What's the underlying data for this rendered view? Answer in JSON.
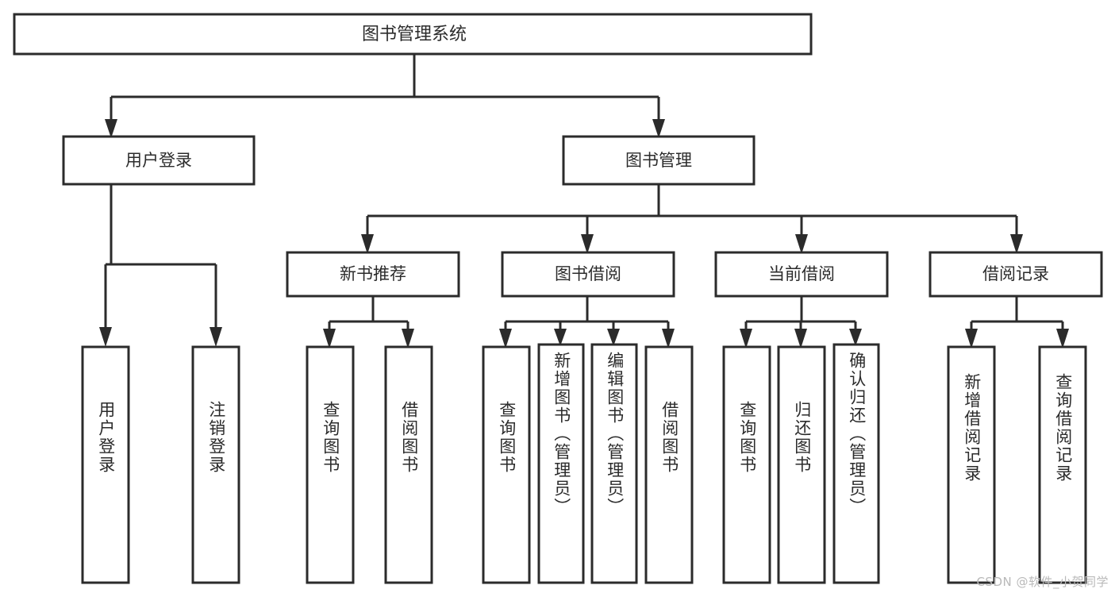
{
  "diagram": {
    "title": "图书管理系统",
    "type": "tree",
    "orientation": "top-down",
    "colors": {
      "box_fill": "#ffffff",
      "box_stroke": "#2b2b2b",
      "text": "#2b2b2b",
      "background": "#ffffff",
      "watermark": "#b9b9b9"
    },
    "root": {
      "id": "root",
      "label": "图书管理系统",
      "orient": "horizontal"
    },
    "level2": [
      {
        "id": "user-login",
        "label": "用户登录",
        "orient": "horizontal"
      },
      {
        "id": "book-manage",
        "label": "图书管理",
        "orient": "horizontal"
      }
    ],
    "level3": [
      {
        "id": "new-book-recommend",
        "label": "新书推荐",
        "orient": "horizontal",
        "parent": "book-manage"
      },
      {
        "id": "book-borrow",
        "label": "图书借阅",
        "orient": "horizontal",
        "parent": "book-manage"
      },
      {
        "id": "current-borrow",
        "label": "当前借阅",
        "orient": "horizontal",
        "parent": "book-manage"
      },
      {
        "id": "borrow-record",
        "label": "借阅记录",
        "orient": "horizontal",
        "parent": "book-manage"
      }
    ],
    "leaves": [
      {
        "id": "leaf-user-login",
        "label": "用户登录",
        "parent": "user-login",
        "orient": "vertical"
      },
      {
        "id": "leaf-user-logout",
        "label": "注销登录",
        "parent": "user-login",
        "orient": "vertical"
      },
      {
        "id": "leaf-query-book-1",
        "label": "查询图书",
        "parent": "new-book-recommend",
        "orient": "vertical"
      },
      {
        "id": "leaf-borrow-book-1",
        "label": "借阅图书",
        "parent": "new-book-recommend",
        "orient": "vertical"
      },
      {
        "id": "leaf-query-book-2",
        "label": "查询图书",
        "parent": "book-borrow",
        "orient": "vertical"
      },
      {
        "id": "leaf-add-book",
        "label": "新增图书（管理员）",
        "parent": "book-borrow",
        "orient": "vertical"
      },
      {
        "id": "leaf-edit-book",
        "label": "编辑图书（管理员）",
        "parent": "book-borrow",
        "orient": "vertical"
      },
      {
        "id": "leaf-borrow-book-2",
        "label": "借阅图书",
        "parent": "book-borrow",
        "orient": "vertical"
      },
      {
        "id": "leaf-query-book-3",
        "label": "查询图书",
        "parent": "current-borrow",
        "orient": "vertical"
      },
      {
        "id": "leaf-return-book",
        "label": "归还图书",
        "parent": "current-borrow",
        "orient": "vertical"
      },
      {
        "id": "leaf-confirm-return",
        "label": "确认归还（管理员）",
        "parent": "current-borrow",
        "orient": "vertical"
      },
      {
        "id": "leaf-add-record",
        "label": "新增借阅记录",
        "parent": "borrow-record",
        "orient": "vertical"
      },
      {
        "id": "leaf-query-record",
        "label": "查询借阅记录",
        "parent": "borrow-record",
        "orient": "vertical"
      }
    ]
  },
  "watermark": {
    "text": "CSDN @软件_小贺同学"
  }
}
